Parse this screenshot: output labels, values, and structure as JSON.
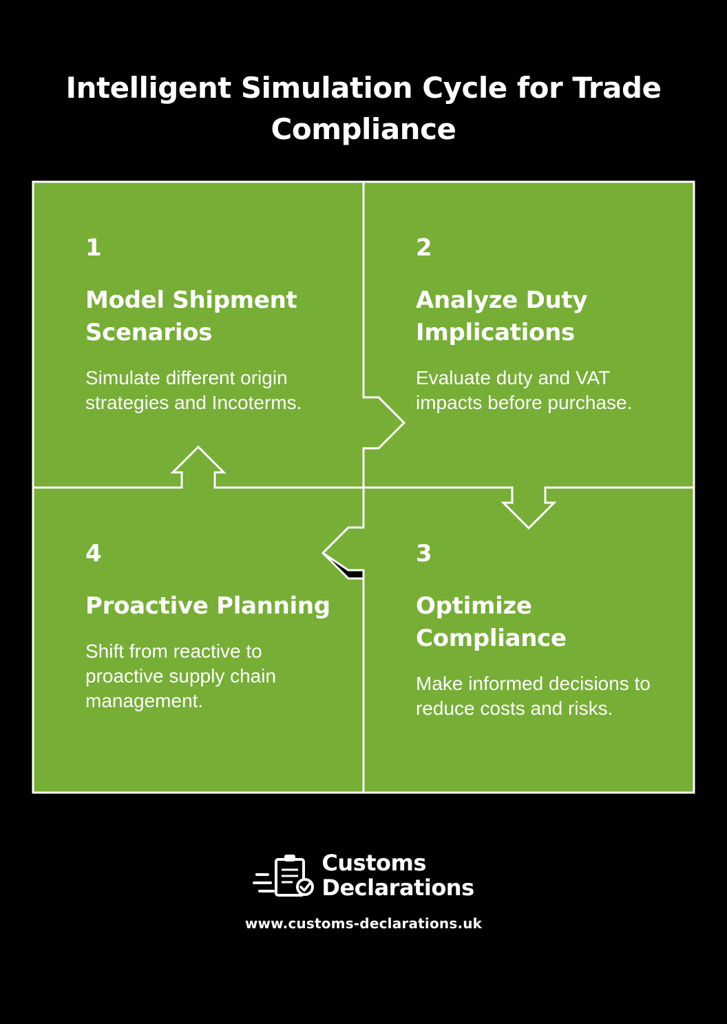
{
  "title": "Intelligent Simulation Cycle for Trade Compliance",
  "colors": {
    "background": "#000000",
    "quadrant_fill": "#76AE36",
    "outline": "#FFFFFF",
    "text": "#FFFFFF"
  },
  "steps": [
    {
      "number": "1",
      "heading": "Model Shipment Scenarios",
      "description": "Simulate different origin strategies and Incoterms."
    },
    {
      "number": "2",
      "heading": "Analyze Duty Implications",
      "description": "Evaluate duty and VAT impacts before purchase."
    },
    {
      "number": "3",
      "heading": "Optimize Compliance",
      "description": "Make informed decisions to reduce costs and risks."
    },
    {
      "number": "4",
      "heading": "Proactive Planning",
      "description": "Shift from reactive to proactive supply chain management."
    }
  ],
  "footer": {
    "brand_line1": "Customs",
    "brand_line2": "Declarations",
    "logo_icon": "clipboard-check-icon",
    "website": "www.customs-declarations.uk"
  }
}
